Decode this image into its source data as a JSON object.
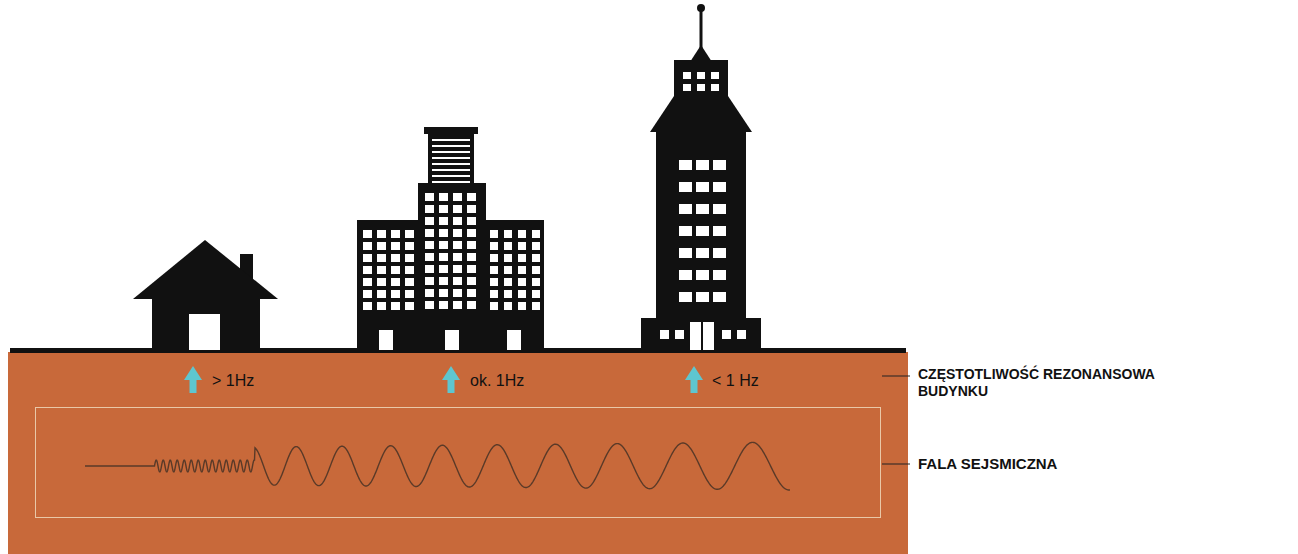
{
  "diagram": {
    "labels": [
      "> 1Hz",
      "ok. 1Hz",
      "< 1 Hz",
      "CZĘSTOTLIWOŚĆ REZONANSOWA BUDYNKU",
      "FALA SEJSMICZNA"
    ]
  }
}
